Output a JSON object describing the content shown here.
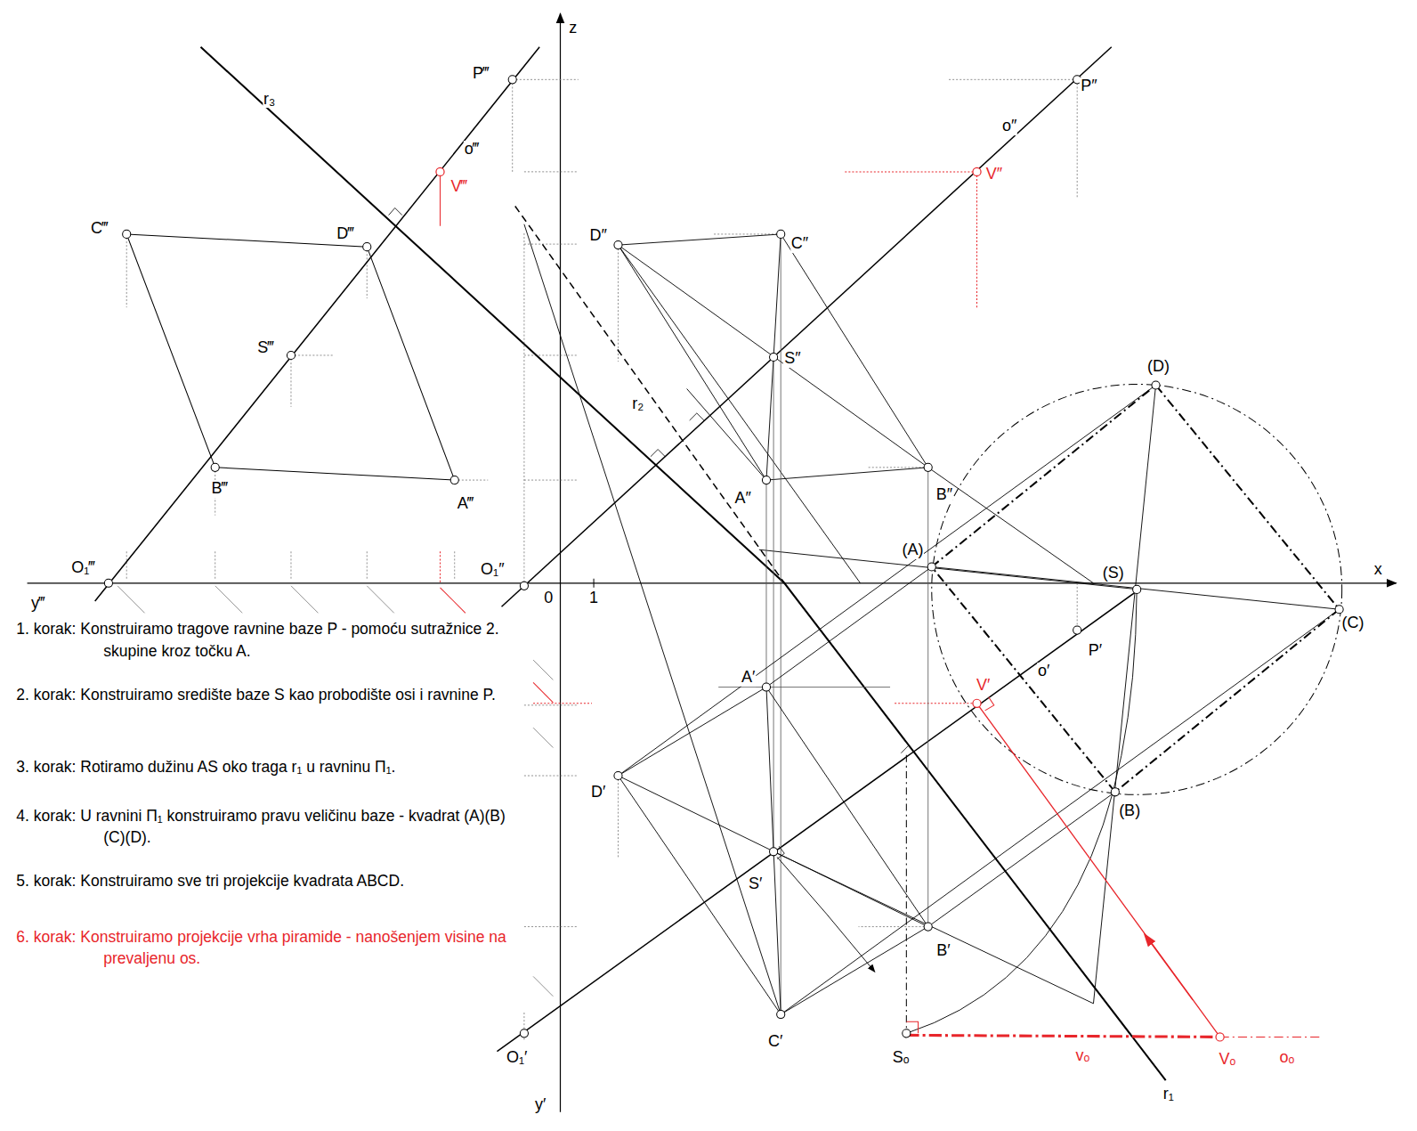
{
  "diagram": {
    "labels": [
      "z",
      "x",
      "y‴",
      "y′",
      "0",
      "1",
      "O₁‴",
      "O₁″",
      "O₁′",
      "r₃",
      "r₂",
      "r₁",
      "P‴",
      "o‴",
      "V‴",
      "C‴",
      "D‴",
      "S‴",
      "B‴",
      "A‴",
      "P″",
      "o″",
      "V″",
      "D″",
      "C″",
      "S″",
      "A″",
      "B″",
      "(D)",
      "(A)",
      "(S)",
      "(C)",
      "(B)",
      "P′",
      "o′",
      "V′",
      "A′",
      "D′",
      "S′",
      "B′",
      "C′",
      "Sₒ",
      "vₒ",
      "Vₒ",
      "oₒ",
      "1. korak: Konstruiramo tragove ravnine baze P - pomoću sutražnice 2. skupine kroz točku A.",
      "2. korak: Konstruiramo središte baze S kao probodište osi i ravnine P.",
      "3. korak: Rotiramo dužinu AS oko traga r₁ u ravninu Π₁.",
      "4. korak: U ravnini Π₁ konstruiramo pravu veličinu baze - kvadrat (A)(B)(C)(D).",
      "5. korak: Konstruiramo sve tri projekcije kvadrata ABCD.",
      "6. korak: Konstruiramo projekcije vrha piramide - nanošenjem visine na prevaljenu os."
    ]
  }
}
